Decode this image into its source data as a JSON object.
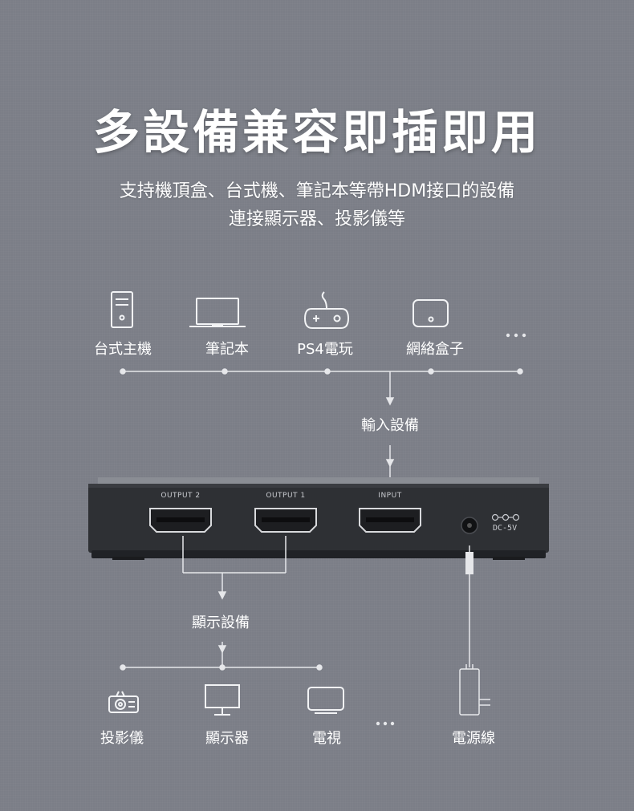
{
  "header": {
    "title": "多設備兼容即插即用",
    "subtitle_line1": "支持機頂盒、台式機、筆記本等帶HDM接口的設備",
    "subtitle_line2": "連接顯示器、投影儀等"
  },
  "input_devices": [
    {
      "label": "台式主機",
      "icon": "desktop-tower-icon"
    },
    {
      "label": "筆記本",
      "icon": "laptop-icon"
    },
    {
      "label": "PS4電玩",
      "icon": "gamepad-icon"
    },
    {
      "label": "網絡盒子",
      "icon": "set-top-box-icon"
    },
    {
      "label": "···",
      "icon": "more-icon"
    }
  ],
  "input_caption": "輸入設備",
  "device_ports": {
    "output2": "OUTPUT 2",
    "output1": "OUTPUT 1",
    "input": "INPUT",
    "dc": "DC-5V"
  },
  "output_caption": "顯示設備",
  "output_devices": [
    {
      "label": "投影儀",
      "icon": "projector-icon"
    },
    {
      "label": "顯示器",
      "icon": "monitor-icon"
    },
    {
      "label": "電視",
      "icon": "tv-icon"
    },
    {
      "label": "···",
      "icon": "more-icon"
    }
  ],
  "power": {
    "label": "電源線",
    "icon": "power-adapter-icon"
  },
  "colors": {
    "background": "#7b7e87",
    "device_body": "#2e3034",
    "line": "#e6e7ea"
  }
}
